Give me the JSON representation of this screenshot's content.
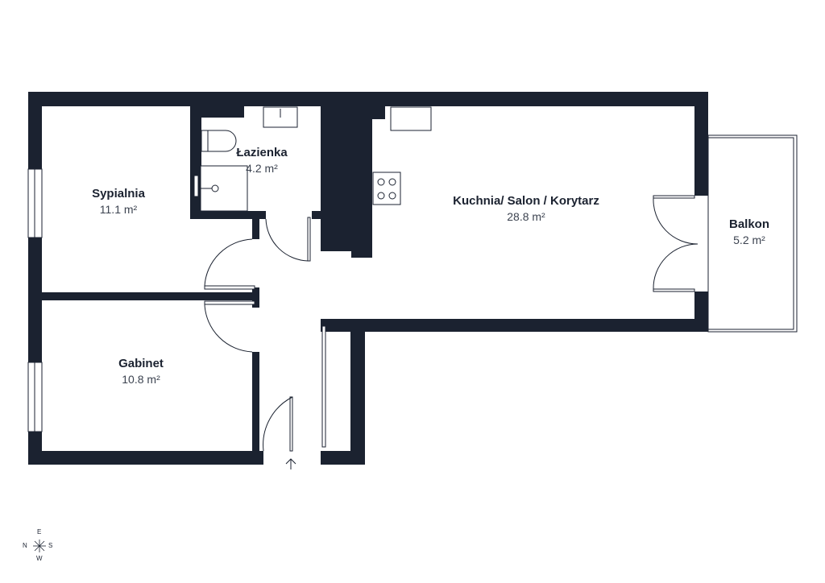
{
  "rooms": [
    {
      "name": "Sypialnia",
      "area": "11.1 m²"
    },
    {
      "name": "Łazienka",
      "area": "4.2 m²"
    },
    {
      "name": "Kuchnia/ Salon / Korytarz",
      "area": "28.8 m²"
    },
    {
      "name": "Balkon",
      "area": "5.2 m²"
    },
    {
      "name": "Gabinet",
      "area": "10.8 m²"
    }
  ],
  "compass": {
    "n": "N",
    "e": "E",
    "s": "S",
    "w": "W"
  },
  "colors": {
    "wall": "#1b2230"
  }
}
